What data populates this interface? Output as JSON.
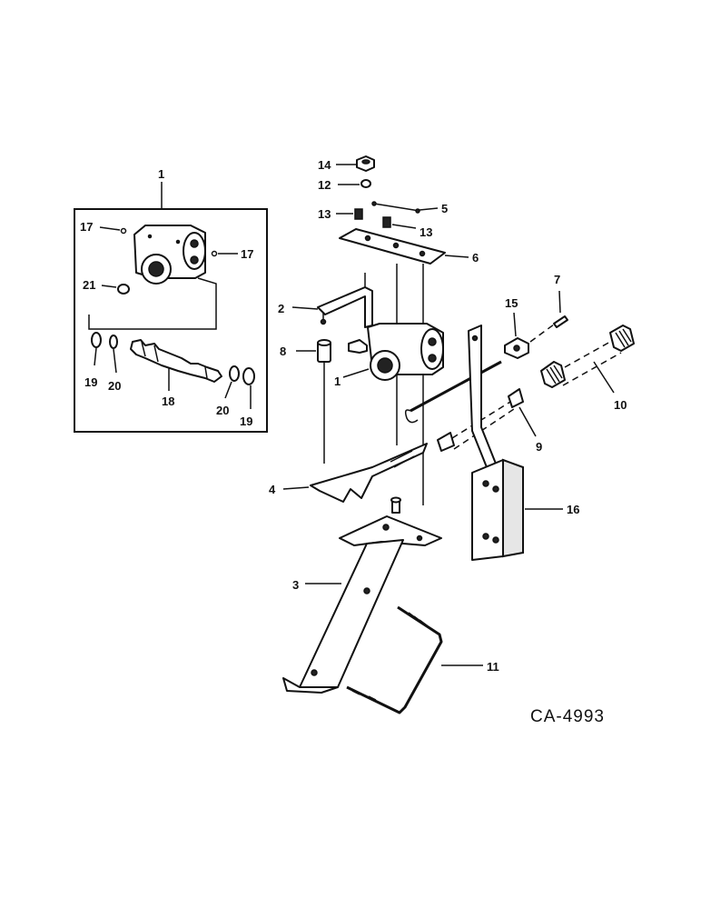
{
  "diagram": {
    "code": "CA-4993",
    "callouts": {
      "c1_box": "1",
      "c1_main": "1",
      "c2": "2",
      "c3": "3",
      "c4": "4",
      "c5": "5",
      "c6": "6",
      "c7": "7",
      "c8": "8",
      "c9": "9",
      "c10": "10",
      "c11": "11",
      "c12": "12",
      "c13_left": "13",
      "c13_right": "13",
      "c14": "14",
      "c15": "15",
      "c16": "16",
      "c17_left": "17",
      "c17_right": "17",
      "c18": "18",
      "c19_left": "19",
      "c19_right": "19",
      "c20_left": "20",
      "c20_right": "20",
      "c21": "21"
    }
  }
}
